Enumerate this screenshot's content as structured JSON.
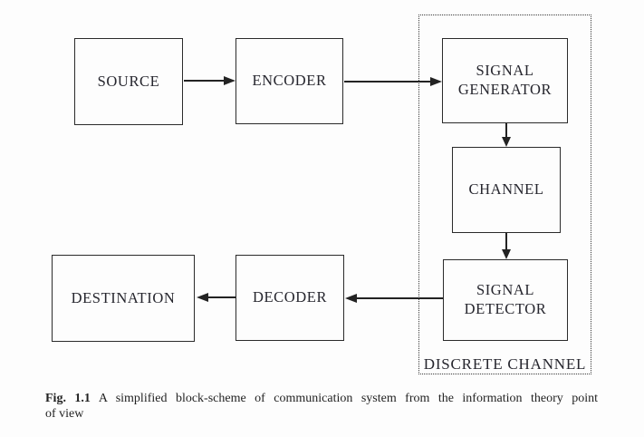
{
  "diagram": {
    "boxes": {
      "source": {
        "label": "SOURCE"
      },
      "encoder": {
        "label": "ENCODER"
      },
      "signal_generator": {
        "label": "SIGNAL GENERATOR"
      },
      "channel": {
        "label": "CHANNEL"
      },
      "signal_detector": {
        "label": "SIGNAL DETECTOR"
      },
      "destination": {
        "label": "DESTINATION"
      },
      "decoder": {
        "label": "DECODER"
      }
    },
    "group_label": "DISCRETE CHANNEL",
    "arrows": [
      {
        "from": "SOURCE",
        "to": "ENCODER",
        "direction": "right"
      },
      {
        "from": "ENCODER",
        "to": "SIGNAL GENERATOR",
        "direction": "right"
      },
      {
        "from": "SIGNAL GENERATOR",
        "to": "CHANNEL",
        "direction": "down"
      },
      {
        "from": "CHANNEL",
        "to": "SIGNAL DETECTOR",
        "direction": "down"
      },
      {
        "from": "SIGNAL DETECTOR",
        "to": "DECODER",
        "direction": "left"
      },
      {
        "from": "DECODER",
        "to": "DESTINATION",
        "direction": "left"
      }
    ],
    "colors": {
      "ink": "#26262e",
      "line": "#232323",
      "paper": "#fdfdfd"
    }
  },
  "caption": {
    "tag": "Fig. 1.1",
    "line1": "A simplified block-scheme of communication system from the information theory point",
    "line2": "of view"
  }
}
